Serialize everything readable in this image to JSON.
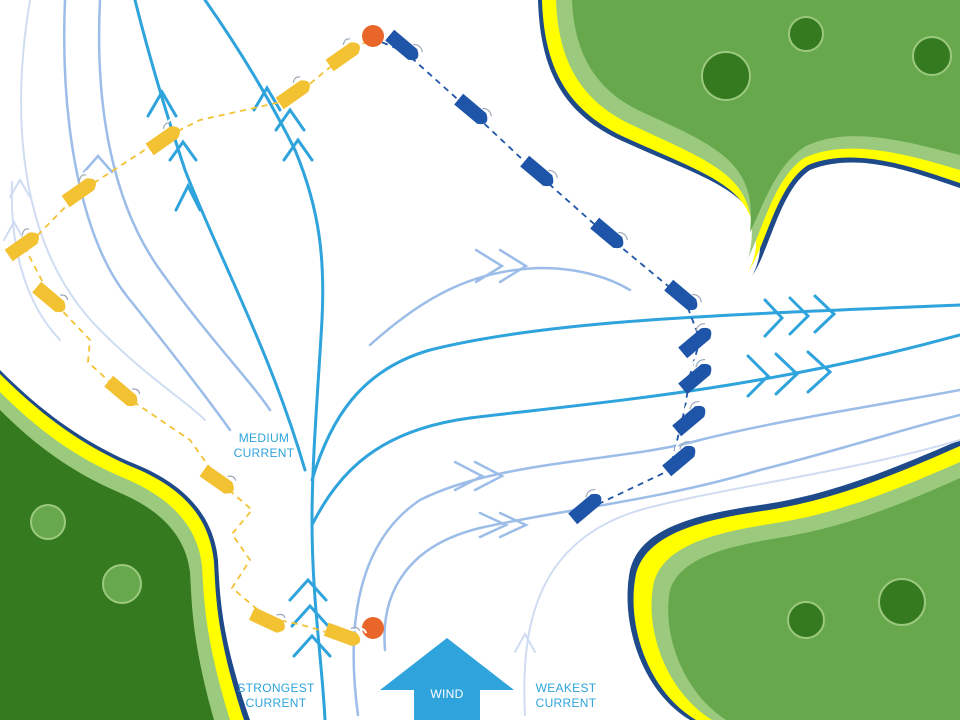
{
  "labels": {
    "medium_line1": "MEDIUM",
    "medium_line2": "CURRENT",
    "strong_line1": "STRONGEST",
    "strong_line2": "CURRENT",
    "weak_line1": "WEAKEST",
    "weak_line2": "CURRENT",
    "wind": "WIND"
  },
  "colors": {
    "land_dark": "#367a1f",
    "land_mid": "#68a84c",
    "land_edge": "#9bc97e",
    "shore_yellow": "#ffff00",
    "shore_line": "#1e4a8a",
    "current_strong": "#2ea3dc",
    "current_medium": "#9cbde8",
    "current_weak": "#cfdcf2",
    "boat_yellow": "#f2c233",
    "boat_blue": "#1f55a8",
    "mark_orange": "#e8662a",
    "wind_arrow": "#2ea3dc",
    "label_text": "#2ea3dc"
  },
  "icons": {
    "sail_boat_yellow": "sailboat-icon",
    "sail_boat_blue": "sailboat-icon",
    "mark": "buoy-icon",
    "wind": "arrow-up-icon"
  }
}
